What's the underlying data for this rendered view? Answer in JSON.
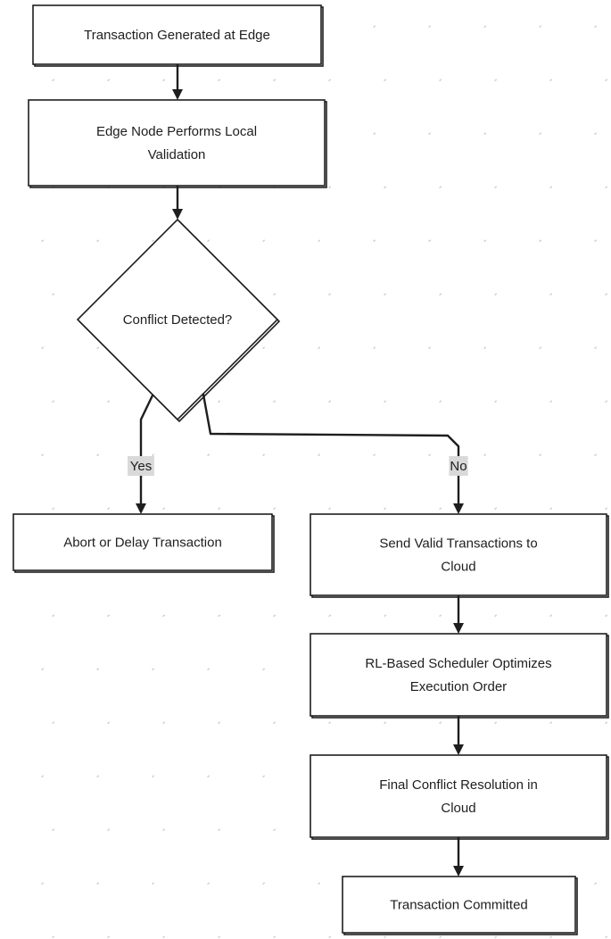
{
  "diagram": {
    "type": "flowchart",
    "nodes": [
      {
        "id": "generated",
        "shape": "rect",
        "label": [
          "Transaction Generated at Edge"
        ]
      },
      {
        "id": "local-validation",
        "shape": "rect",
        "label": [
          "Edge Node Performs Local",
          "Validation"
        ]
      },
      {
        "id": "conflict",
        "shape": "diamond",
        "label": [
          "Conflict Detected?"
        ]
      },
      {
        "id": "abort",
        "shape": "rect",
        "label": [
          "Abort or Delay Transaction"
        ]
      },
      {
        "id": "send-cloud",
        "shape": "rect",
        "label": [
          "Send Valid Transactions to",
          "Cloud"
        ]
      },
      {
        "id": "rl-scheduler",
        "shape": "rect",
        "label": [
          "RL-Based Scheduler Optimizes",
          "Execution Order"
        ]
      },
      {
        "id": "final-resolution",
        "shape": "rect",
        "label": [
          "Final Conflict Resolution in",
          "Cloud"
        ]
      },
      {
        "id": "committed",
        "shape": "rect",
        "label": [
          "Transaction Committed"
        ]
      }
    ],
    "edges": [
      {
        "from": "generated",
        "to": "local-validation",
        "label": ""
      },
      {
        "from": "local-validation",
        "to": "conflict",
        "label": ""
      },
      {
        "from": "conflict",
        "to": "abort",
        "label": "Yes"
      },
      {
        "from": "conflict",
        "to": "send-cloud",
        "label": "No"
      },
      {
        "from": "send-cloud",
        "to": "rl-scheduler",
        "label": ""
      },
      {
        "from": "rl-scheduler",
        "to": "final-resolution",
        "label": ""
      },
      {
        "from": "final-resolution",
        "to": "committed",
        "label": ""
      }
    ],
    "colors": {
      "stroke": "#1e1e1e",
      "fill": "#ffffff",
      "edge_label_background": "#d9d9d9",
      "background_dots": "#cfcfcf"
    }
  }
}
